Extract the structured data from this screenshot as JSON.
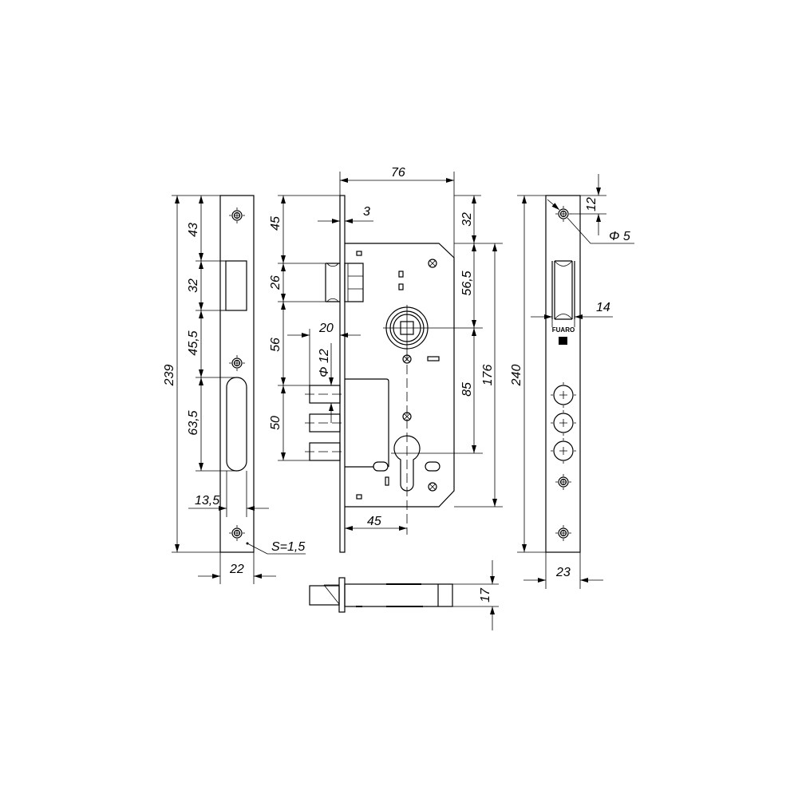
{
  "strike_plate": {
    "d239": "239",
    "d43": "43",
    "d32": "32",
    "d45_5": "45,5",
    "d63_5": "63,5",
    "d13_5": "13,5",
    "d22": "22",
    "thickness": "S=1,5"
  },
  "lock_body": {
    "d76": "76",
    "d3": "3",
    "d45": "45",
    "d26": "26",
    "d56": "56",
    "d50": "50",
    "d20": "20",
    "d12": "Φ 12",
    "d32": "32",
    "d56_5": "56,5",
    "d85": "85",
    "d176": "176",
    "d45_bottom": "45"
  },
  "faceplate": {
    "d240": "240",
    "d12": "12",
    "d5": "Φ 5",
    "d14": "14",
    "d23": "23",
    "brand": "FUARO"
  },
  "bottom_view": {
    "d17": "17"
  }
}
